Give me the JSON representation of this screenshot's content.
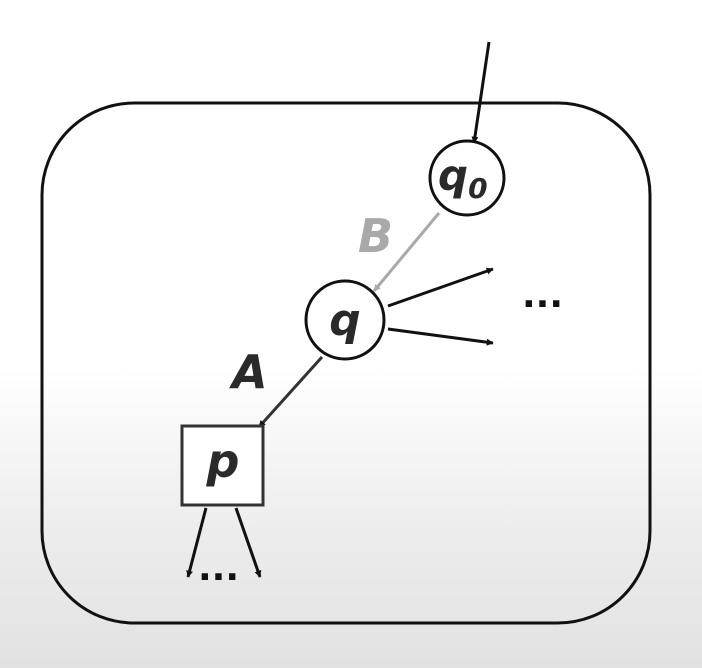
{
  "diagram": {
    "nodes": {
      "q0": {
        "label": "q",
        "subscript": "0",
        "shape": "circle"
      },
      "q": {
        "label": "q",
        "shape": "circle"
      },
      "p": {
        "label": "p",
        "shape": "square"
      }
    },
    "edges": {
      "q0_to_q": {
        "label": "B",
        "color": "#a9a9a9"
      },
      "q_to_p": {
        "label": "A",
        "color": "#333333"
      }
    },
    "ellipsis_right": "...",
    "ellipsis_bottom": "..."
  },
  "colors": {
    "stroke": "#111111",
    "edge_gray": "#a9a9a9",
    "label_gray": "#a9a9a9",
    "label_dark": "#2a2a2a"
  }
}
